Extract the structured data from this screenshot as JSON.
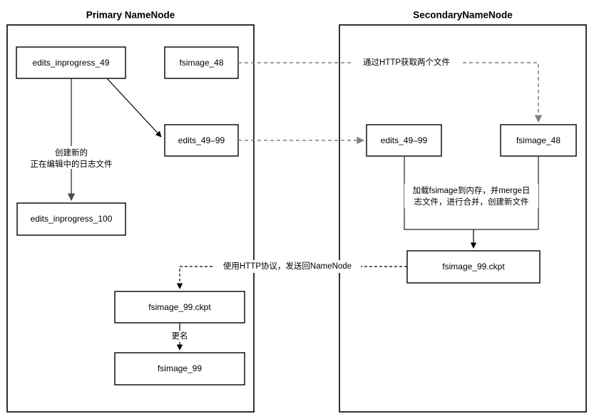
{
  "diagram": {
    "title_primary": "Primary NameNode",
    "title_secondary": "SecondaryNameNode",
    "groups": [
      {
        "id": "primary",
        "label": "Primary NameNode"
      },
      {
        "id": "secondary",
        "label": "SecondaryNameNode"
      }
    ],
    "nodes": {
      "p_edits_inprogress_49": "edits_inprogress_49",
      "p_fsimage_48": "fsimage_48",
      "p_edits_49_99": "edits_49–99",
      "p_edits_inprogress_100": "edits_inprogress_100",
      "p_fsimage_99_ckpt": "fsimage_99.ckpt",
      "p_fsimage_99": "fsimage_99",
      "s_edits_49_99": "edits_49–99",
      "s_fsimage_48": "fsimage_48",
      "s_fsimage_99_ckpt": "fsimage_99.ckpt"
    },
    "edge_labels": {
      "create_new_line1": "创建新的",
      "create_new_line2": "正在编辑中的日志文件",
      "http_fetch": "通过HTTP获取两个文件",
      "merge_line1": "加载fsimage到内存，并merge日",
      "merge_line2": "志文件，进行合并，创建新文件",
      "send_back": "使用HTTP协议，发送回NameNode",
      "rename": "更名"
    },
    "colors": {
      "background": "#ffffff",
      "stroke": "#000000",
      "dashed_stroke": "#808080",
      "solid_edge": "#4d4d4d",
      "text": "#000000"
    }
  }
}
